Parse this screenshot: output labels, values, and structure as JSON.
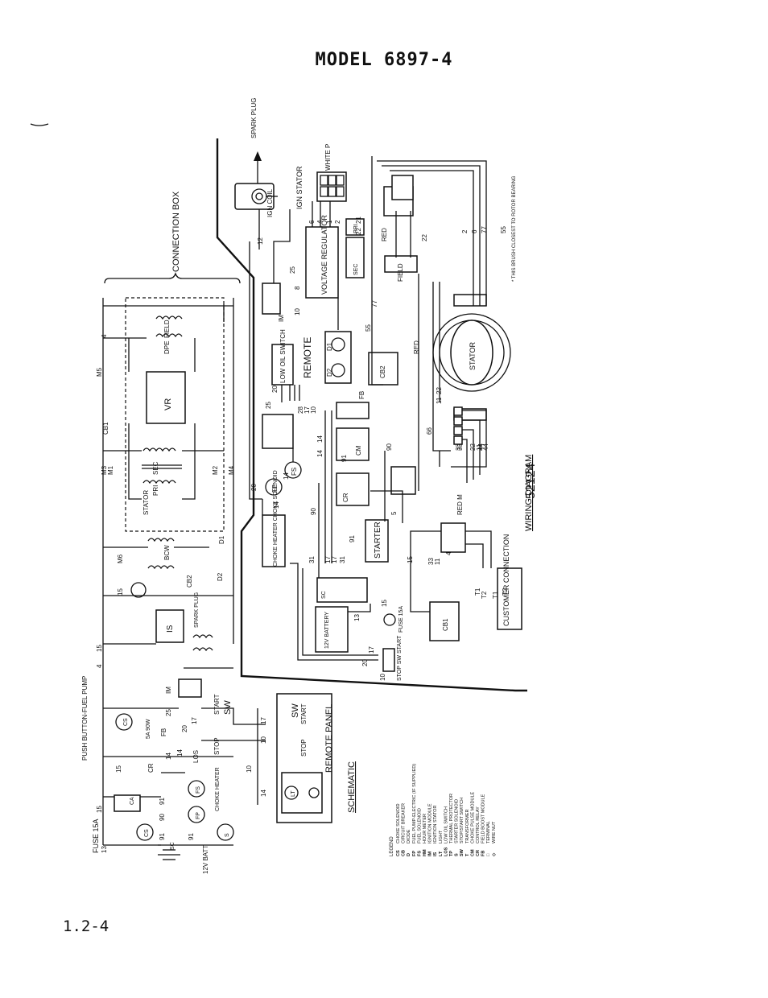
{
  "page": {
    "title": "MODEL  6897-4",
    "page_number": "1.2-4"
  },
  "wiring": {
    "title": "WIRING DIAGRAM",
    "drawing_number": "52124",
    "connection_box": "CONNECTION BOX",
    "remote": "REMOTE",
    "customer_connection": "CUSTOMER CONNECTION",
    "brush_note": "* THIS BRUSH CLOSEST TO ROTOR BEARING",
    "components": {
      "spark_plug": "SPARK PLUG",
      "ign_coil": "IGN COIL",
      "ign_stator": "IGN STATOR",
      "white_p": "WHITE P",
      "voltage_regulator": "VOLTAGE REGULATOR",
      "red_p": "RED",
      "field": "FIELD",
      "sec": "SEC",
      "pri": "PRI",
      "low_oil_switch": "LOW OIL SWITCH",
      "stator": "STATOR",
      "red_wire": "RED",
      "cb2": "CB2",
      "d1": "D1",
      "d2": "D2",
      "fb": "FB",
      "cm": "CM",
      "cr": "CR",
      "fp": "FP",
      "fs": "FS",
      "choke_heater_solenoid": "CHOKE HEATER CHOKE SOLENOID",
      "starter": "STARTER",
      "sc": "SC",
      "battery": "12V BATTERY",
      "fuse": "FUSE 15A",
      "stop_start": "STOP SW START",
      "cb1": "CB1",
      "red_m": "RED M",
      "im": "IM"
    },
    "wire_numbers": [
      "12",
      "25",
      "8",
      "10",
      "6",
      "4",
      "1",
      "2",
      "21",
      "22",
      "55",
      "77",
      "11",
      "66",
      "33",
      "44",
      "14",
      "20",
      "28",
      "17",
      "90",
      "91",
      "31",
      "15",
      "13",
      "5",
      "3",
      "T1",
      "T2"
    ],
    "stator_terminals": [
      "66",
      "55",
      "2",
      "6",
      "77",
      "55"
    ],
    "field_terminals": [
      "33",
      "22",
      "11",
      "44"
    ]
  },
  "schematic": {
    "title": "SCHEMATIC",
    "remote_panel": "REMOTE PANEL",
    "push_button": "PUSH BUTTON-FUEL PUMP",
    "labels": {
      "vr": "VR",
      "cb1": "CB1",
      "field": "FIELD",
      "dpe": "DPE",
      "stator": "STATOR",
      "sec": "SEC",
      "pri": "PRI",
      "bcw": "BCW",
      "cb2": "CB2",
      "d1": "D1",
      "d2": "D2",
      "spark_plug": "SPARK PLUG",
      "is": "IS",
      "im": "IM",
      "sw": "SW",
      "start": "START",
      "stop": "STOP",
      "los": "LOS",
      "fb": "FB",
      "cm": "CM",
      "cr": "CR",
      "fs": "FS",
      "fp": "FP",
      "cs": "CS",
      "sc": "SC",
      "choke_heater": "CHOKE HEATER",
      "fuse": "FUSE 15A",
      "batt": "12V BATT",
      "lt": "LT",
      "ca": "CA",
      "rate": "5A 90W"
    }
  },
  "legend": {
    "heading": "LEGEND",
    "items": [
      {
        "code": "CS",
        "text": "CHOKE SOLENOID"
      },
      {
        "code": "CB",
        "text": "CIRCUIT BREAKER"
      },
      {
        "code": "D",
        "text": "DIODE"
      },
      {
        "code": "FP",
        "text": "FUEL PUMP-ELECTRIC (IF SUPPLIED)"
      },
      {
        "code": "FS",
        "text": "FUEL SOLENOID"
      },
      {
        "code": "HM",
        "text": "HOUR METER"
      },
      {
        "code": "IM",
        "text": "IGNITION MODULE"
      },
      {
        "code": "IS",
        "text": "IGNITION STATOR"
      },
      {
        "code": "LT",
        "text": "LIGHT"
      },
      {
        "code": "LOS",
        "text": "LOW OIL SWITCH"
      },
      {
        "code": "TP",
        "text": "THERMAL PROTECTOR"
      },
      {
        "code": "S",
        "text": "STARTER SOLENOID"
      },
      {
        "code": "SW",
        "text": "STOP/START SWITCH"
      },
      {
        "code": "T",
        "text": "TRANSFORMER"
      },
      {
        "code": "CM",
        "text": "CHOKE PULSE MODULE"
      },
      {
        "code": "CR",
        "text": "CONTROL RELAY"
      },
      {
        "code": "FB",
        "text": "FIELD BOOST MODULE"
      },
      {
        "code": "□",
        "text": "TERMINAL"
      },
      {
        "code": "◇",
        "text": "WIRE NUT"
      }
    ]
  }
}
